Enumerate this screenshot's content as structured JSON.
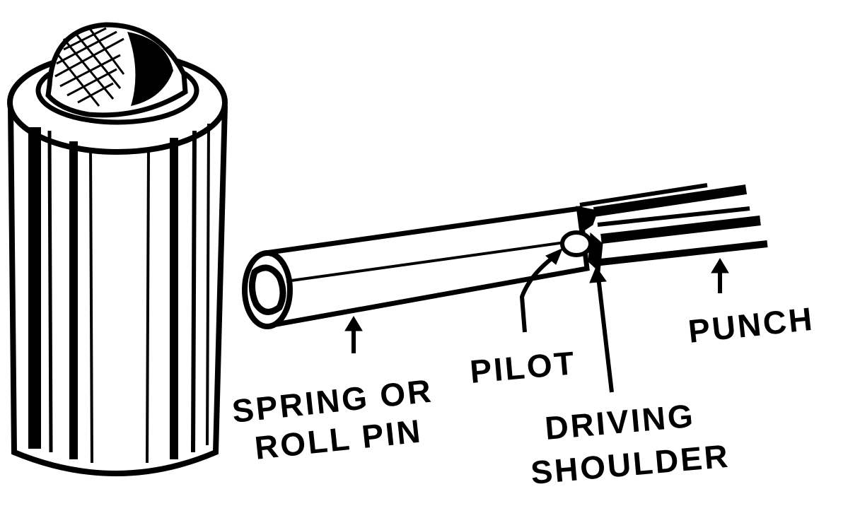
{
  "diagram": {
    "labels": {
      "spring_pin_line1": "SPRING OR",
      "spring_pin_line2": "ROLL PIN",
      "pilot": "PILOT",
      "driving_line1": "DRIVING",
      "driving_line2": "SHOULDER",
      "punch": "PUNCH"
    },
    "colors": {
      "ink": "#000000",
      "paper": "#ffffff"
    }
  }
}
